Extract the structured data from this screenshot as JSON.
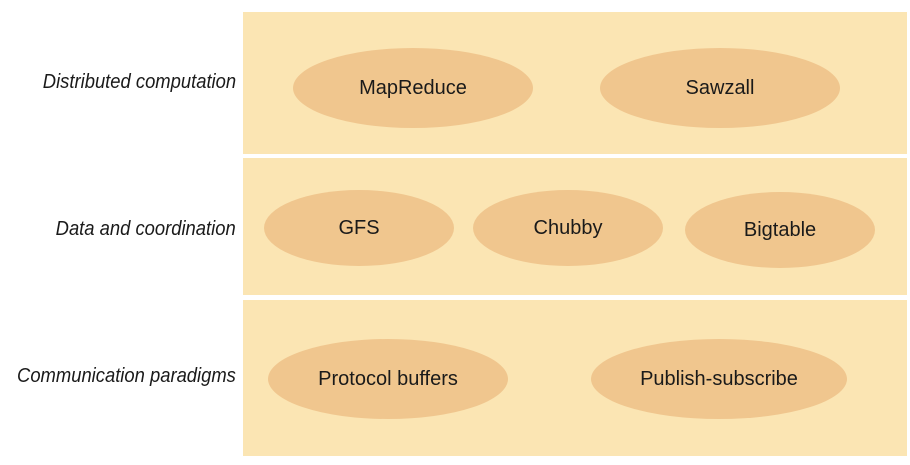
{
  "layers": [
    {
      "label": "Distributed computation",
      "components": [
        "MapReduce",
        "Sawzall"
      ]
    },
    {
      "label": "Data and coordination",
      "components": [
        "GFS",
        "Chubby",
        "Bigtable"
      ]
    },
    {
      "label": "Communication paradigms",
      "components": [
        "Protocol buffers",
        "Publish-subscribe"
      ]
    }
  ],
  "colors": {
    "band_fill": "#fbe5b3",
    "ellipse_fill": "#f0c68e",
    "text": "#1a1a1a"
  }
}
